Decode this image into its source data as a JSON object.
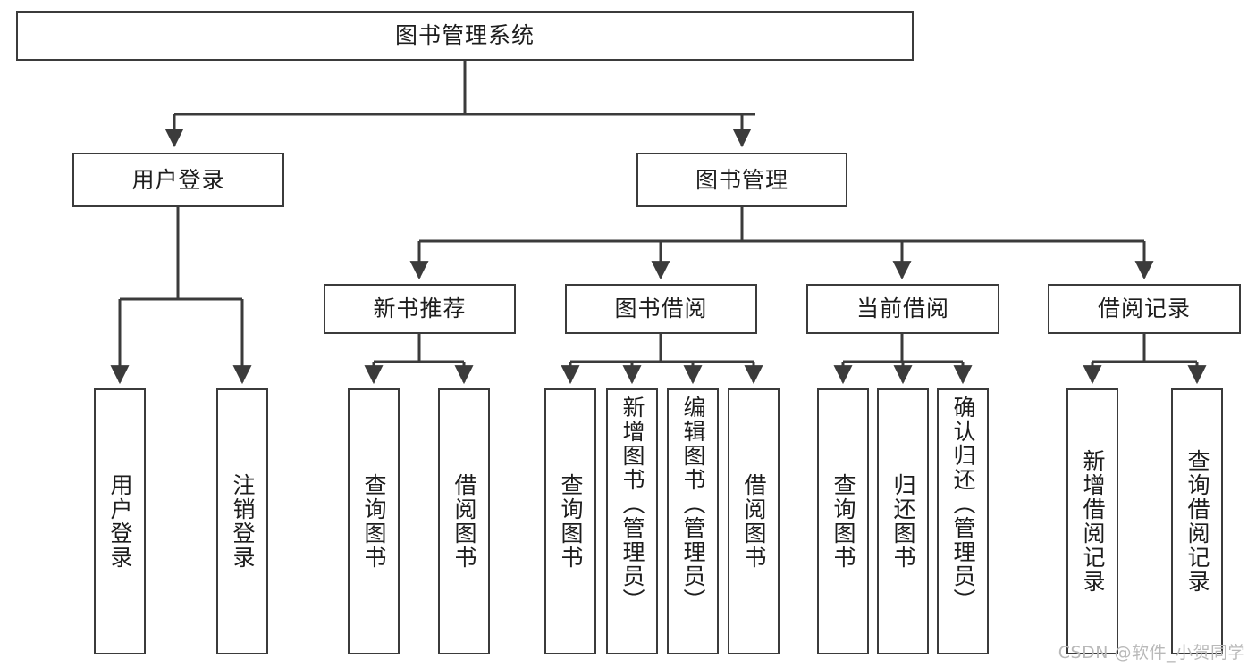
{
  "diagram": {
    "type": "tree-hierarchy",
    "title": "图书管理系统",
    "watermark": "CSDN @软件_小贺同学",
    "colors": {
      "box_border": "#3b3b3b",
      "box_fill": "#ffffff",
      "edge": "#3b3b3b",
      "text": "#1d1d1d",
      "watermark": "#b9b9b9"
    },
    "root": {
      "label": "图书管理系统"
    },
    "level1": [
      {
        "label": "用户登录"
      },
      {
        "label": "图书管理"
      }
    ],
    "level2": [
      {
        "label": "新书推荐"
      },
      {
        "label": "图书借阅"
      },
      {
        "label": "当前借阅"
      },
      {
        "label": "借阅记录"
      }
    ],
    "leaves": {
      "user_login": [
        {
          "label": "用户登录"
        },
        {
          "label": "注销登录"
        }
      ],
      "new_book_recommend": [
        {
          "label": "查询图书"
        },
        {
          "label": "借阅图书"
        }
      ],
      "book_borrow": [
        {
          "label": "查询图书"
        },
        {
          "label": "新增图书（管理员）"
        },
        {
          "label": "编辑图书（管理员）"
        },
        {
          "label": "借阅图书"
        }
      ],
      "current_borrow": [
        {
          "label": "查询图书"
        },
        {
          "label": "归还图书"
        },
        {
          "label": "确认归还（管理员）"
        }
      ],
      "borrow_record": [
        {
          "label": "新增借阅记录"
        },
        {
          "label": "查询借阅记录"
        }
      ]
    }
  }
}
